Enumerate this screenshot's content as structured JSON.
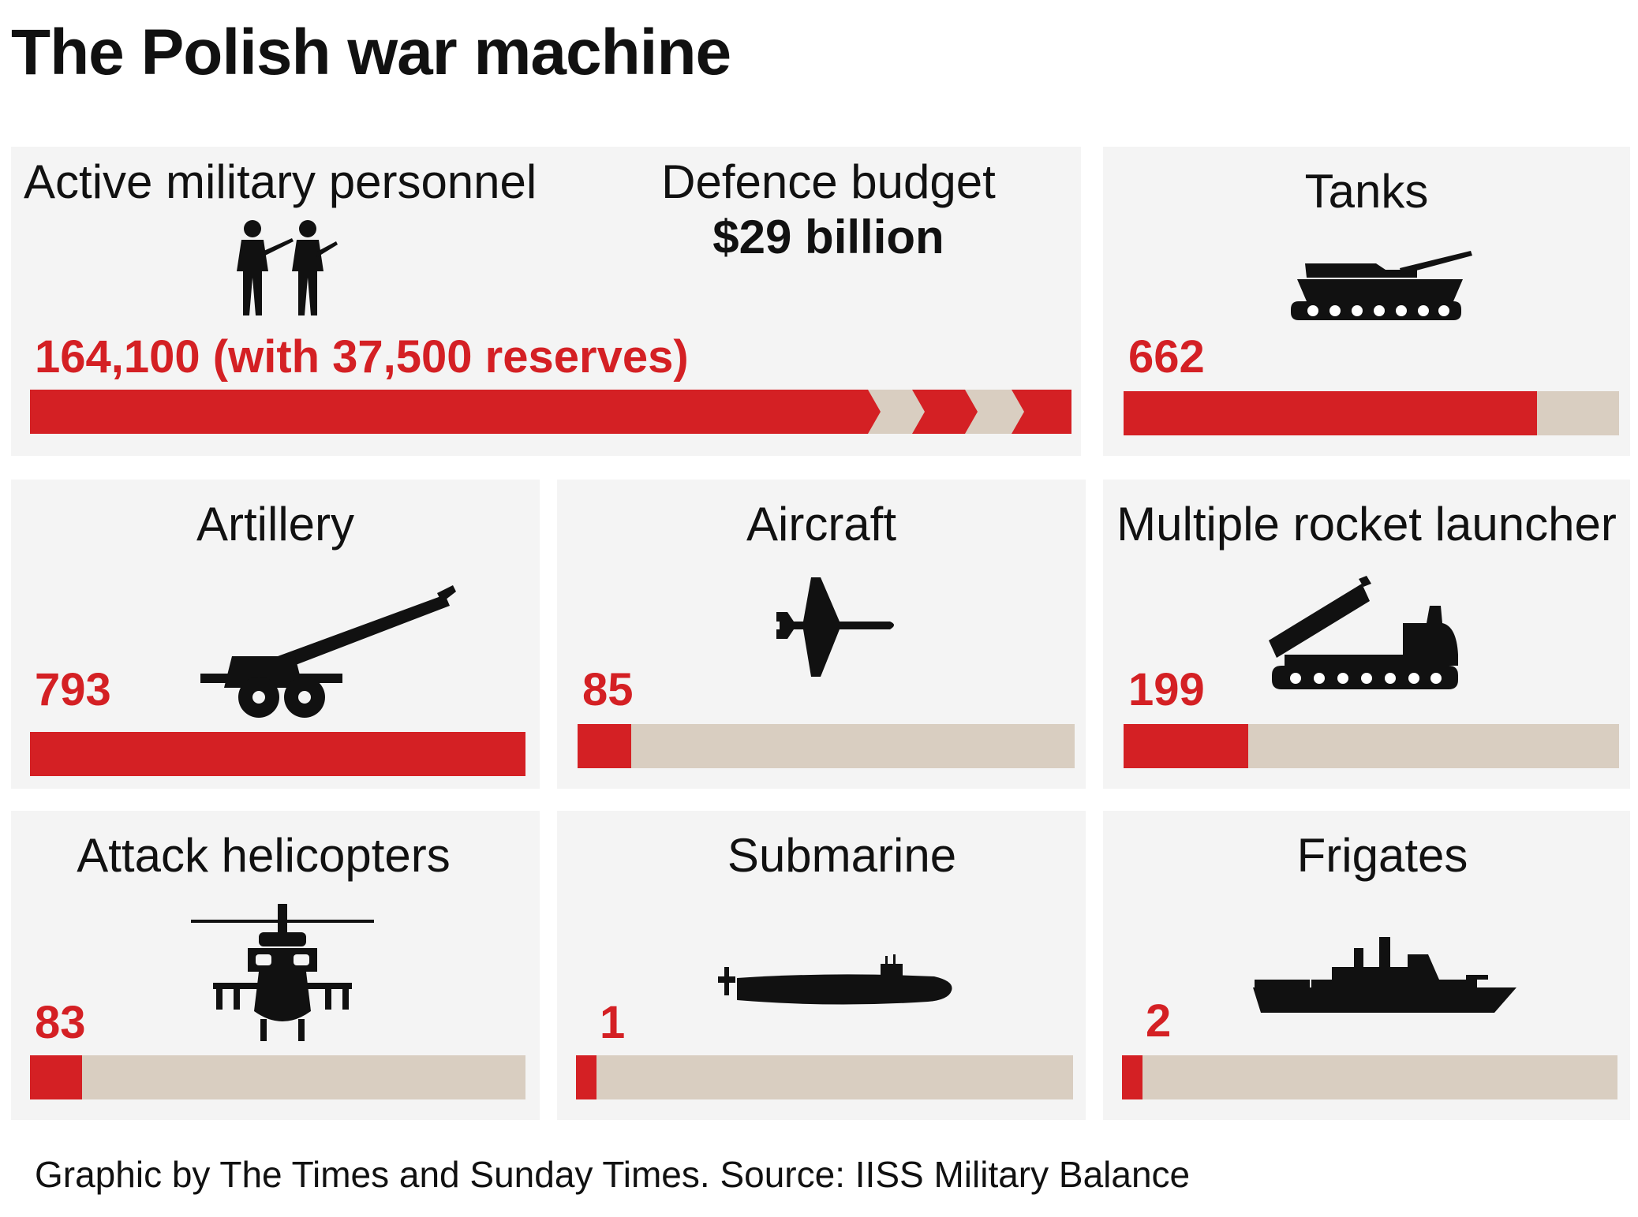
{
  "title": "The Polish war machine",
  "source": "Graphic by The Times and Sunday Times. Source: IISS Military Balance",
  "personnel": {
    "label": "Active military personnel",
    "value_text": "164,100 (with 37,500 reserves)",
    "value": 164100,
    "reserves": 37500
  },
  "budget": {
    "label": "Defence budget",
    "value_text": "$29 billion"
  },
  "colors": {
    "fill": "#d42024",
    "track": "#d9cec1",
    "panel": "#f4f4f4"
  },
  "chart_data": {
    "type": "bar",
    "title": "The Polish war machine",
    "scale_max": 793,
    "categories": [
      "Tanks",
      "Artillery",
      "Aircraft",
      "Multiple rocket launcher",
      "Attack helicopters",
      "Submarine",
      "Frigates"
    ],
    "values": [
      662,
      793,
      85,
      199,
      83,
      1,
      2
    ],
    "items": [
      {
        "label": "Tanks",
        "value": 662,
        "value_text": "662",
        "icon": "tank-icon"
      },
      {
        "label": "Artillery",
        "value": 793,
        "value_text": "793",
        "icon": "artillery-icon"
      },
      {
        "label": "Aircraft",
        "value": 85,
        "value_text": "85",
        "icon": "fighter-jet-icon"
      },
      {
        "label": "Multiple rocket launcher",
        "value": 199,
        "value_text": "199",
        "icon": "rocket-launcher-icon"
      },
      {
        "label": "Attack helicopters",
        "value": 83,
        "value_text": "83",
        "icon": "helicopter-icon"
      },
      {
        "label": "Submarine",
        "value": 1,
        "value_text": "1",
        "icon": "submarine-icon"
      },
      {
        "label": "Frigates",
        "value": 2,
        "value_text": "2",
        "icon": "frigate-icon"
      }
    ]
  }
}
